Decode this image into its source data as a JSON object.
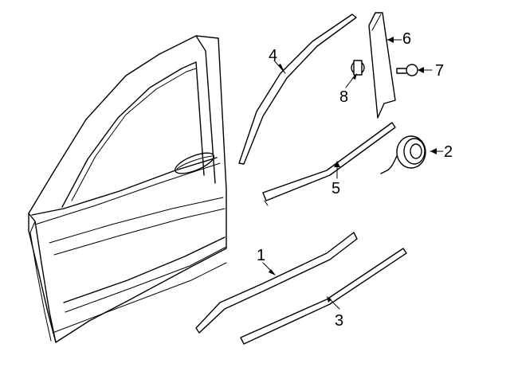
{
  "colors": {
    "background": "#ffffff",
    "ink": "#000000"
  },
  "callouts": [
    {
      "id": "1",
      "label": "1"
    },
    {
      "id": "2",
      "label": "2"
    },
    {
      "id": "3",
      "label": "3"
    },
    {
      "id": "4",
      "label": "4"
    },
    {
      "id": "5",
      "label": "5"
    },
    {
      "id": "6",
      "label": "6"
    },
    {
      "id": "7",
      "label": "7"
    },
    {
      "id": "8",
      "label": "8"
    }
  ]
}
